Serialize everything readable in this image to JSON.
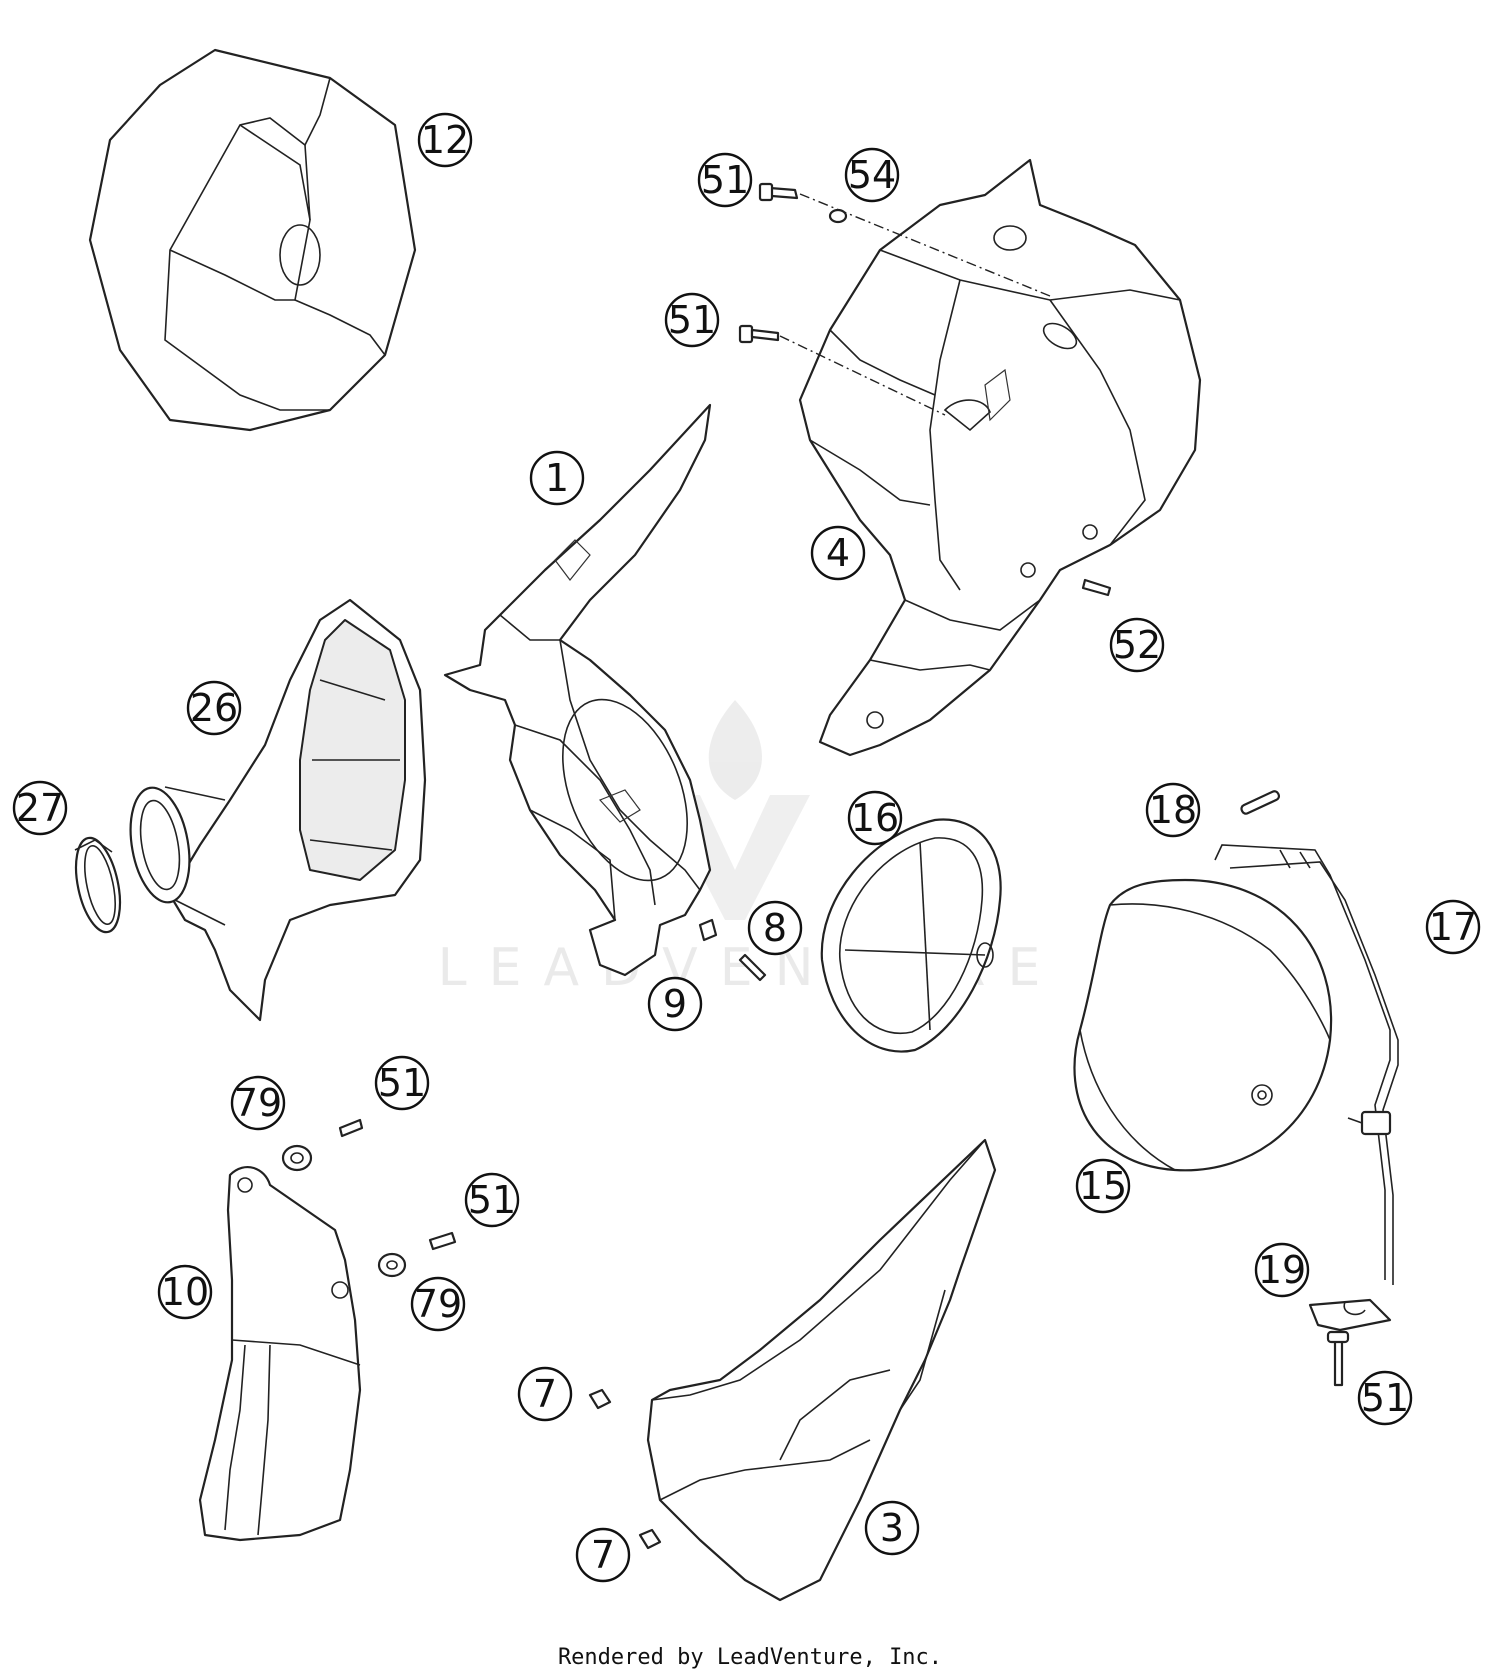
{
  "diagram": {
    "callouts": [
      {
        "id": "c12",
        "label": "12"
      },
      {
        "id": "c51a",
        "label": "51"
      },
      {
        "id": "c54",
        "label": "54"
      },
      {
        "id": "c51b",
        "label": "51"
      },
      {
        "id": "c1",
        "label": "1"
      },
      {
        "id": "c4",
        "label": "4"
      },
      {
        "id": "c52",
        "label": "52"
      },
      {
        "id": "c26",
        "label": "26"
      },
      {
        "id": "c27",
        "label": "27"
      },
      {
        "id": "c18",
        "label": "18"
      },
      {
        "id": "c16",
        "label": "16"
      },
      {
        "id": "c17",
        "label": "17"
      },
      {
        "id": "c8",
        "label": "8"
      },
      {
        "id": "c9",
        "label": "9"
      },
      {
        "id": "c79a",
        "label": "79"
      },
      {
        "id": "c51c",
        "label": "51"
      },
      {
        "id": "c51d",
        "label": "51"
      },
      {
        "id": "c10",
        "label": "10"
      },
      {
        "id": "c79b",
        "label": "79"
      },
      {
        "id": "c15",
        "label": "15"
      },
      {
        "id": "c19",
        "label": "19"
      },
      {
        "id": "c51e",
        "label": "51"
      },
      {
        "id": "c7a",
        "label": "7"
      },
      {
        "id": "c3",
        "label": "3"
      },
      {
        "id": "c7b",
        "label": "7"
      }
    ]
  },
  "watermark": {
    "text": "LEADVENTURE"
  },
  "footer": {
    "credit": "Rendered by LeadVenture, Inc."
  }
}
